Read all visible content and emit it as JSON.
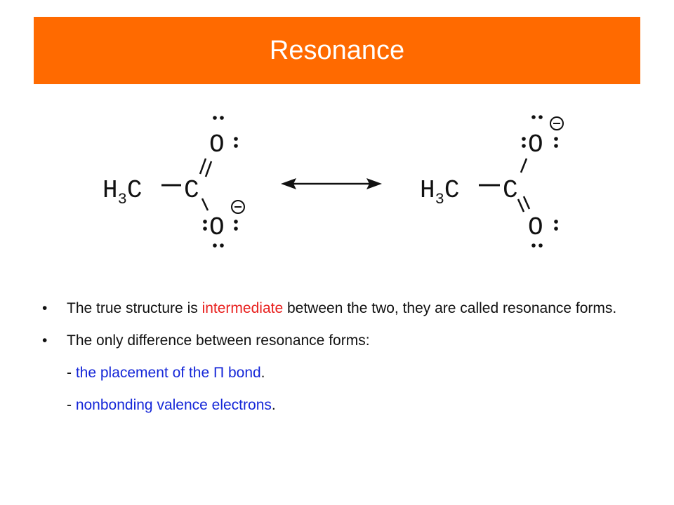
{
  "slide": {
    "title": "Resonance",
    "colors": {
      "title_bg": "#ff6a00",
      "highlight_red": "#e8201e",
      "highlight_blue": "#1426d8"
    }
  },
  "figure": {
    "left": {
      "group": "H3C",
      "carbon": "C",
      "oxygen_top": "O",
      "oxygen_bottom": "O",
      "charge": "−"
    },
    "right": {
      "group": "H3C",
      "carbon": "C",
      "oxygen_top": "O",
      "oxygen_bottom": "O",
      "charge": "−"
    },
    "arrow": "double-headed-arrow"
  },
  "bullets": {
    "b1": {
      "bullet": "•",
      "pre": "The true structure is ",
      "highlight": "intermediate",
      "post": " between the two, they are called resonance forms."
    },
    "b2": {
      "bullet": "•",
      "text": "The only difference between resonance forms:"
    },
    "s1": {
      "dash": "- ",
      "highlight": "the placement of the Π bond",
      "end": "."
    },
    "s2": {
      "dash": "- ",
      "highlight": "nonbonding valence electrons",
      "end": "."
    }
  }
}
